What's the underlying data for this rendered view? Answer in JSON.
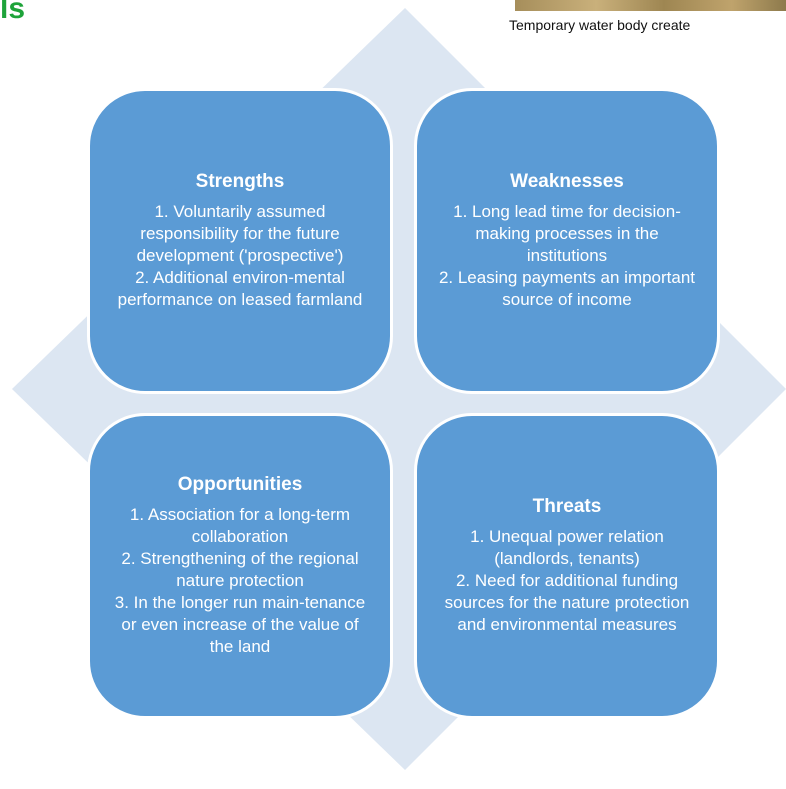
{
  "header": {
    "title_fragment": "ls"
  },
  "photo": {
    "caption": "Temporary water body create"
  },
  "swot": {
    "strengths": {
      "title": "Strengths",
      "body": "1. Voluntarily assumed responsibility for the future development ('prospective')\n2. Additional environ-mental performance on leased farmland"
    },
    "weaknesses": {
      "title": "Weaknesses",
      "body": "1. Long lead time for decision-making processes in the institutions\n2. Leasing payments an important source of income"
    },
    "opportunities": {
      "title": "Opportunities",
      "body": "1. Association for a long-term collaboration\n2. Strengthening of the regional nature protection\n3. In the longer run main-tenance or even increase of the value of the land"
    },
    "threats": {
      "title": "Threats",
      "body": "1. Unequal power relation (landlords, tenants)\n2. Need for additional funding sources for the nature protection and environmental measures"
    }
  },
  "colors": {
    "box_fill": "#5b9bd5",
    "diamond_fill": "#dce6f2",
    "heading_green": "#1ea33a"
  }
}
